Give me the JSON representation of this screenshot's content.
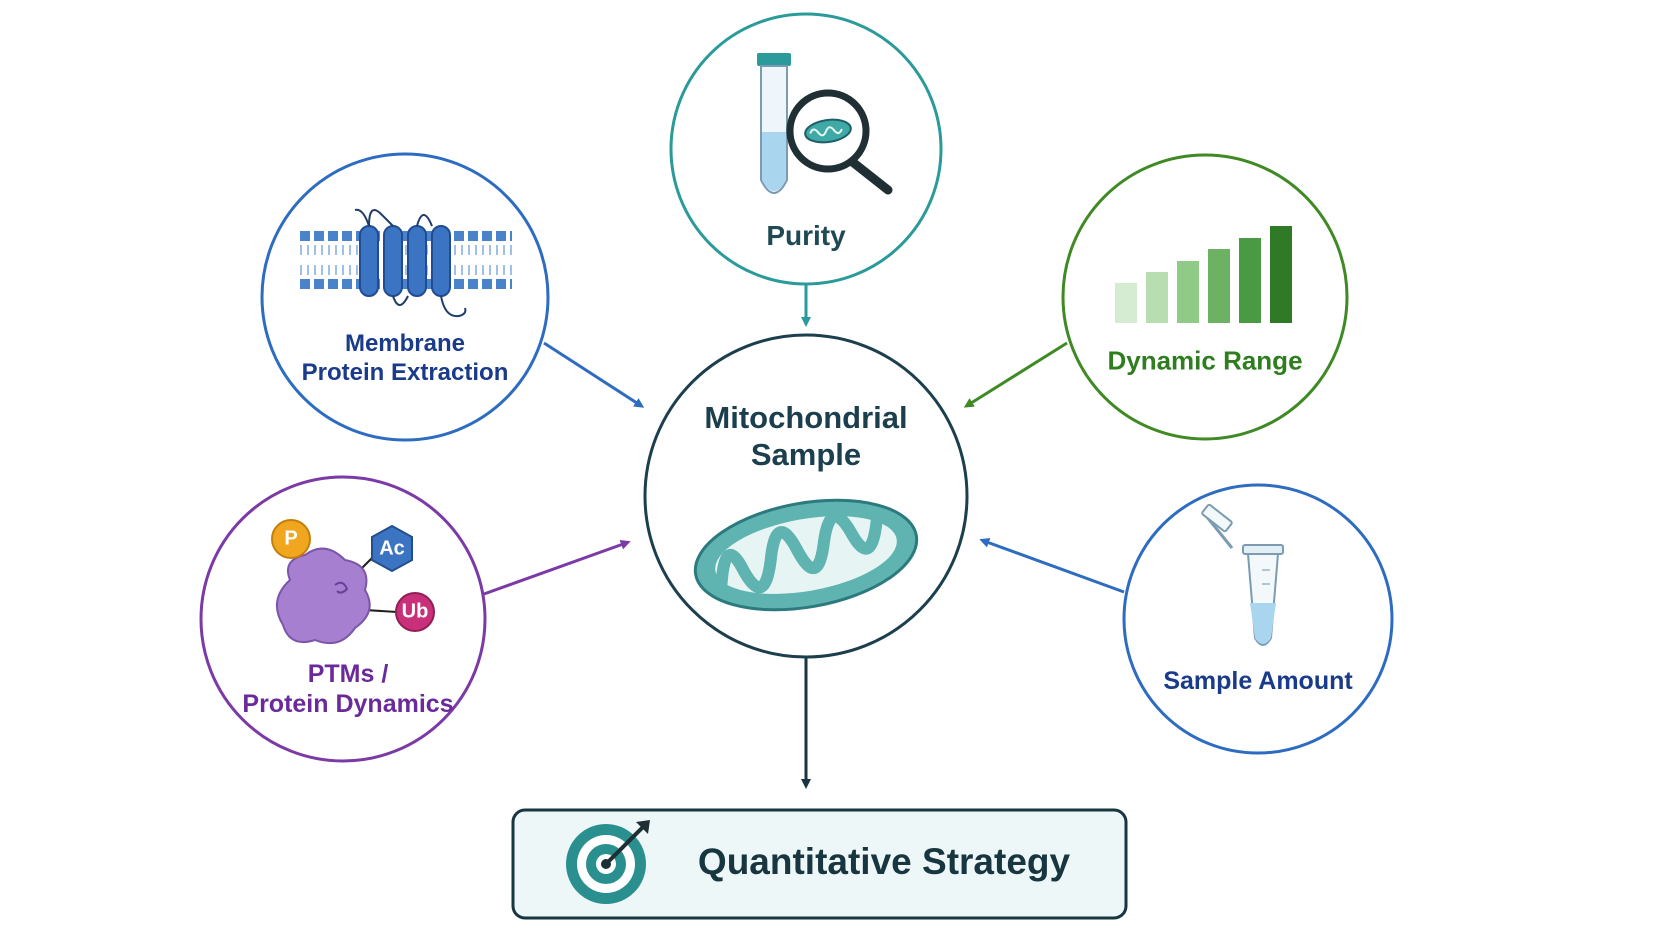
{
  "nodes": {
    "purity": {
      "label": "Purity"
    },
    "membrane": {
      "label_lines": [
        "Membrane",
        "Protein Extraction"
      ]
    },
    "dynamic_range": {
      "label": "Dynamic Range"
    },
    "center": {
      "label_lines": [
        "Mitochondrial",
        "Sample"
      ]
    },
    "ptms": {
      "label_lines": [
        "PTMs /",
        "Protein Dynamics"
      ],
      "tags": [
        "P",
        "Ac",
        "Ub"
      ]
    },
    "sample_amount": {
      "label": "Sample Amount"
    }
  },
  "outcome": {
    "label": "Quantitative Strategy"
  },
  "colors": {
    "purity": "#2a9a9a",
    "membrane": "#2d6cc0",
    "dynamic_range": "#3f8a24",
    "center": "#1c3f4e",
    "ptms": "#7b3aa5",
    "sample_amount": "#2d6cc0",
    "mitochondrion_fill": "#5fb3b0",
    "outcome_border": "#17363f"
  },
  "icons": {
    "purity": "test-tube-magnifier-icon",
    "membrane": "membrane-protein-icon",
    "dynamic_range": "bar-chart-icon",
    "center": "mitochondrion-icon",
    "ptms": "protein-modification-icon",
    "sample_amount": "microtube-icon",
    "outcome": "target-arrow-icon"
  }
}
